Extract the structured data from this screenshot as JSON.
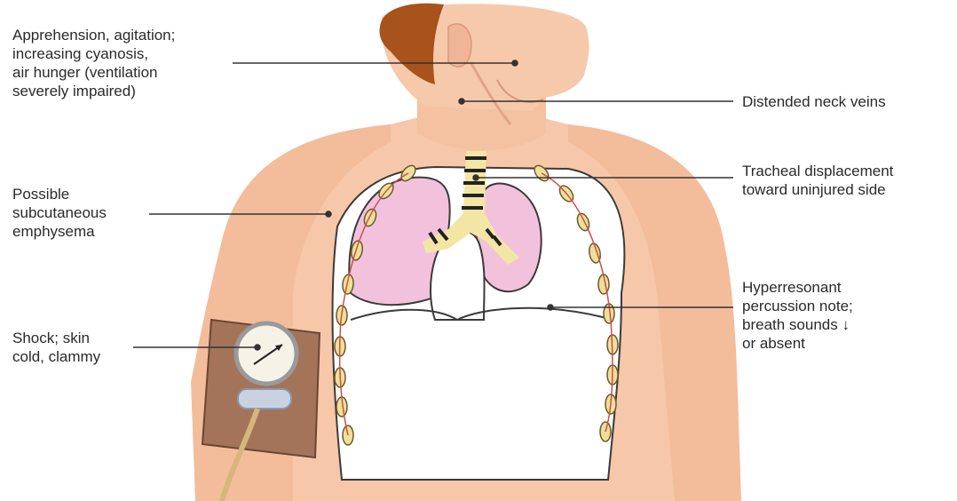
{
  "labels": {
    "head": [
      "Apprehension, agitation;",
      "increasing cyanosis,",
      "air hunger (ventilation",
      "severely impaired)"
    ],
    "neck": [
      "Distended neck veins"
    ],
    "subq": [
      "Possible",
      "subcutaneous",
      "emphysema"
    ],
    "trachea": [
      "Tracheal displacement",
      "toward uninjured side"
    ],
    "percussion": [
      "Hyperresonant",
      "percussion note;",
      "breath sounds",
      "or absent"
    ],
    "shock": [
      "Shock; skin",
      "cold, clammy"
    ]
  },
  "arrow_symbol": "↓",
  "colors": {
    "skin": "#f6c7a8",
    "skin_shadow": "#e7a98a",
    "hair": "#a8521c",
    "lung": "#f2c2dd",
    "lung_outline": "#3a3a3a",
    "pleural_space": "#ffffff",
    "trachea": "#f3e6a4",
    "rib": "#eedf9a",
    "cuff": "#a3745a",
    "leader_line": "#333333"
  }
}
